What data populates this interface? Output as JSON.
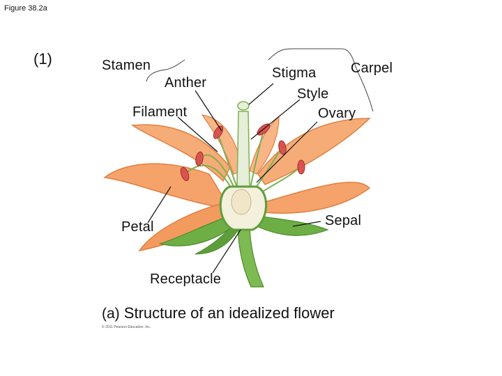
{
  "figure_label": "Figure 38.2a",
  "panel_number": "(1)",
  "labels": {
    "stamen": "Stamen",
    "anther": "Anther",
    "filament": "Filament",
    "stigma": "Stigma",
    "carpel": "Carpel",
    "style": "Style",
    "ovary": "Ovary",
    "petal": "Petal",
    "sepal": "Sepal",
    "receptacle": "Receptacle"
  },
  "caption": {
    "tag": "(a)",
    "text": "Structure of an idealized flower"
  },
  "copyright": "© 2011 Pearson Education, Inc.",
  "colors": {
    "petal": "#f5a36a",
    "petal_dark": "#e07f42",
    "sepal": "#6dae45",
    "anther": "#d9534f",
    "ovary": "#f3f0dc",
    "ovule": "#f2e6c9"
  }
}
